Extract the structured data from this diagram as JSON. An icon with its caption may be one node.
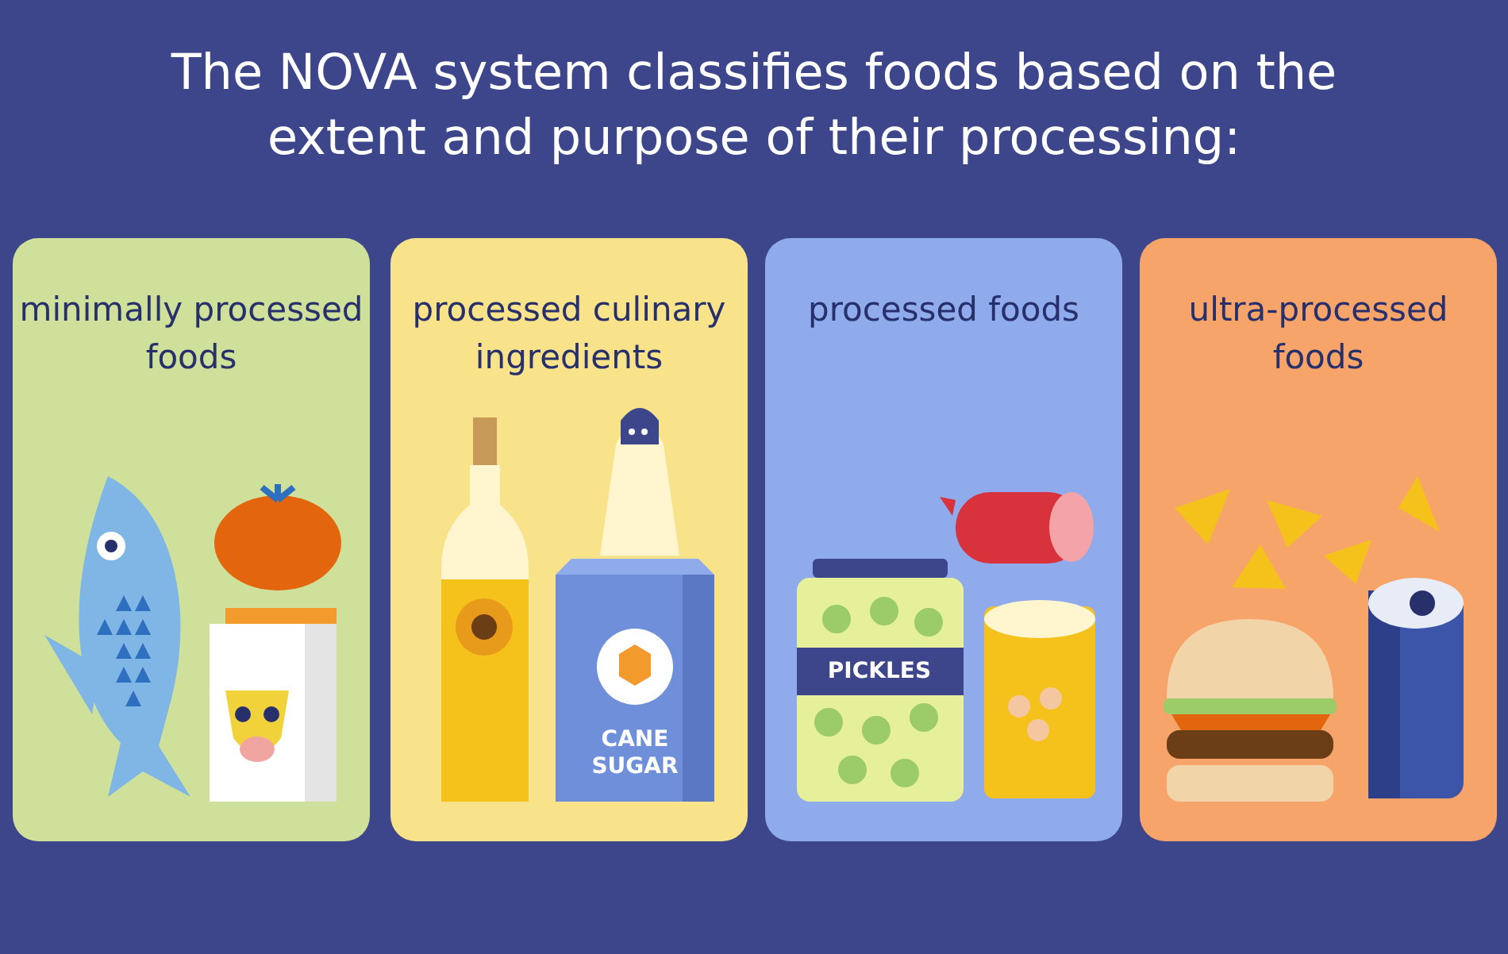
{
  "diagram": {
    "title": "The NOVA system classifies foods based on the extent and purpose of their processing:",
    "nodes": [
      {
        "text": [
          "minimally processed foods"
        ]
      },
      {
        "text": [
          "processed culinary ingredients"
        ]
      },
      {
        "text": [
          "processed foods"
        ]
      },
      {
        "text": [
          "ultra-processed foods"
        ]
      }
    ],
    "labels": [
      "CANE SUGAR",
      "PICKLES"
    ]
  }
}
